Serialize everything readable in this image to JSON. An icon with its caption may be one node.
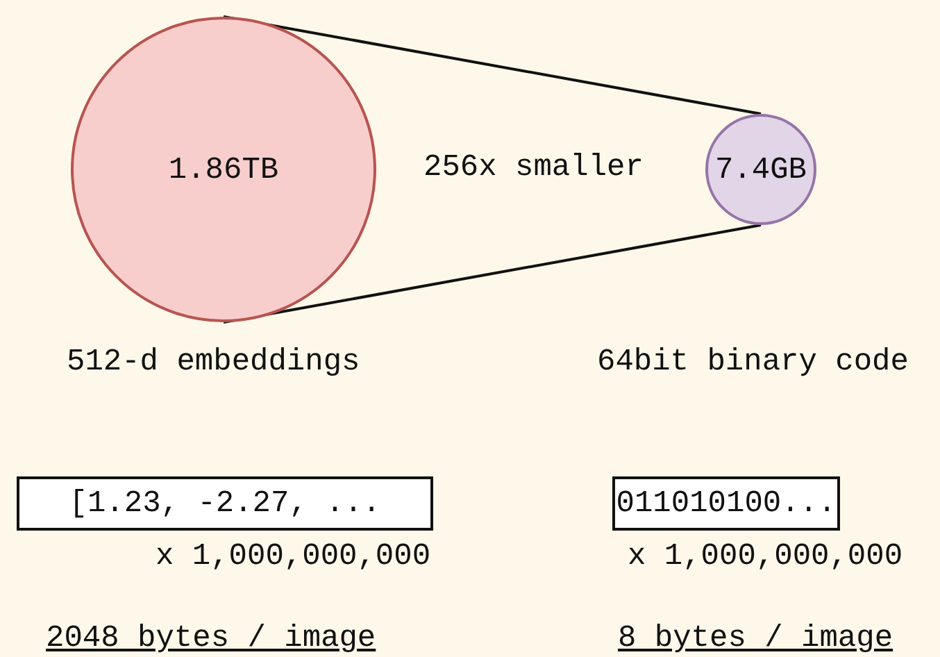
{
  "diagram": {
    "nodes": [
      {
        "text": [
          "1.86TB"
        ],
        "beside": [
          "512-d embeddings"
        ]
      },
      {
        "text": [
          "7.4GB"
        ]
      },
      {
        "text": [
          "[1.23, -2.27, ..."
        ],
        "beside": [
          "x 1,000,000,000"
        ]
      },
      {
        "text": [
          "011010100..."
        ],
        "beside": [
          "x 1,000,000,000"
        ]
      }
    ],
    "edges": [
      {
        "from": 0,
        "to": 1,
        "arrow": "none"
      },
      {
        "from": 0,
        "to": 1,
        "arrow": "none"
      }
    ],
    "labels": [
      "256x smaller",
      "64bit binary code",
      "2048 bytes / image",
      "8 bytes / image"
    ]
  }
}
